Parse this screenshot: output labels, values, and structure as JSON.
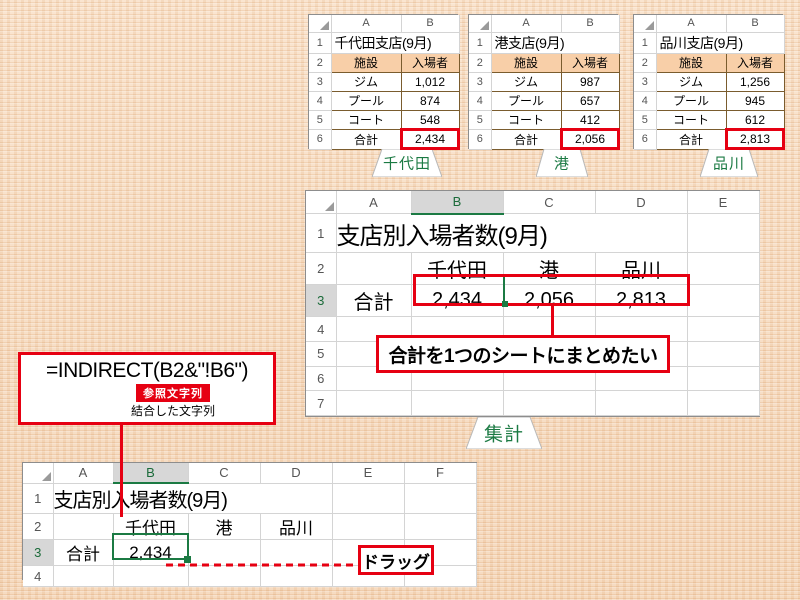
{
  "background_color": "#f6d7b8",
  "accent_color": "#e60012",
  "header_fill_color": "#f8cfa8",
  "tab_text_color": "#1b7a43",
  "branch_sheets": [
    {
      "tab_label": "千代田",
      "columns": [
        "A",
        "B"
      ],
      "rows": [
        "1",
        "2",
        "3",
        "4",
        "5",
        "6"
      ],
      "title": "千代田支店(9月)",
      "header": [
        "施設",
        "入場者"
      ],
      "data": [
        {
          "label": "ジム",
          "value": "1,012"
        },
        {
          "label": "プール",
          "value": "874"
        },
        {
          "label": "コート",
          "value": "548"
        }
      ],
      "total_label": "合計",
      "total_value": "2,434"
    },
    {
      "tab_label": "港",
      "columns": [
        "A",
        "B"
      ],
      "rows": [
        "1",
        "2",
        "3",
        "4",
        "5",
        "6"
      ],
      "title": "港支店(9月)",
      "header": [
        "施設",
        "入場者"
      ],
      "data": [
        {
          "label": "ジム",
          "value": "987"
        },
        {
          "label": "プール",
          "value": "657"
        },
        {
          "label": "コート",
          "value": "412"
        }
      ],
      "total_label": "合計",
      "total_value": "2,056"
    },
    {
      "tab_label": "品川",
      "columns": [
        "A",
        "B"
      ],
      "rows": [
        "1",
        "2",
        "3",
        "4",
        "5",
        "6"
      ],
      "title": "品川支店(9月)",
      "header": [
        "施設",
        "入場者"
      ],
      "data": [
        {
          "label": "ジム",
          "value": "1,256"
        },
        {
          "label": "プール",
          "value": "945"
        },
        {
          "label": "コート",
          "value": "612"
        }
      ],
      "total_label": "合計",
      "total_value": "2,813"
    }
  ],
  "summary_sheet": {
    "tab_label": "集計",
    "columns": [
      "A",
      "B",
      "C",
      "D",
      "E"
    ],
    "selected_column": "B",
    "rows": [
      "1",
      "2",
      "3",
      "4",
      "5",
      "6",
      "7"
    ],
    "selected_row": "3",
    "title": "支店別入場者数(9月)",
    "branch_headers": [
      "千代田",
      "港",
      "品川"
    ],
    "total_label": "合計",
    "totals": [
      "2,434",
      "2,056",
      "2,813"
    ],
    "callout": "合計を1つのシートにまとめたい"
  },
  "formula_sheet": {
    "columns": [
      "A",
      "B",
      "C",
      "D",
      "E",
      "F"
    ],
    "selected_column": "B",
    "rows": [
      "1",
      "2",
      "3",
      "4"
    ],
    "selected_row": "3",
    "title": "支店別入場者数(9月)",
    "branch_headers": [
      "千代田",
      "港",
      "品川"
    ],
    "total_label": "合計",
    "entered_value": "2,434",
    "drag_label": "ドラッグ"
  },
  "formula_callout": {
    "formula": "=INDIRECT(B2&\"!B6\")",
    "badge": "参照文字列",
    "note": "結合した文字列"
  }
}
